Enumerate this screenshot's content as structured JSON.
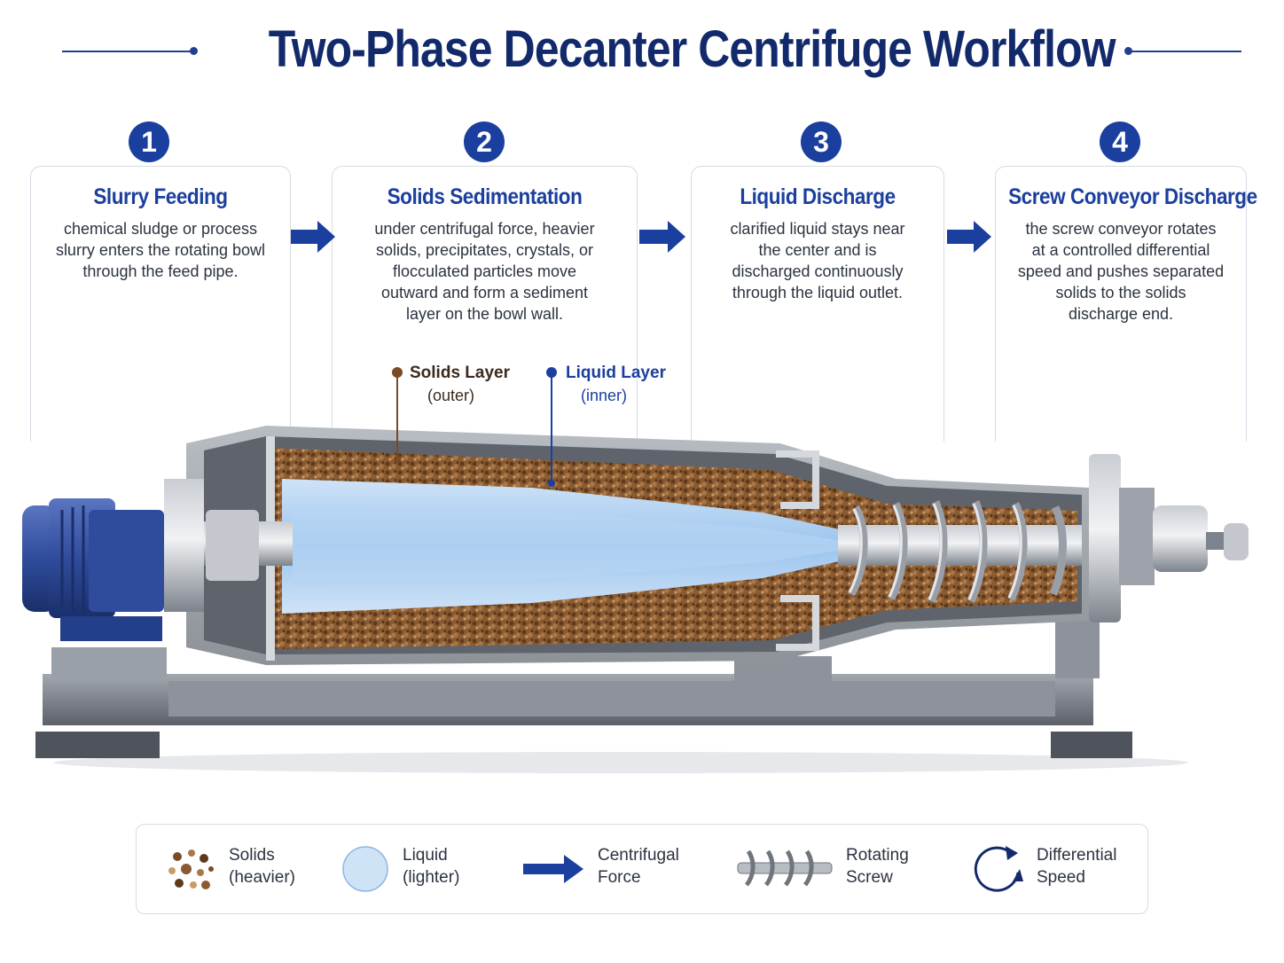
{
  "title": "Two-Phase Decanter Centrifuge Workflow",
  "colors": {
    "accent": "#1b3f9e",
    "title": "#122a6b",
    "solids": "#7a4a24",
    "liquid": "#a9cdf2",
    "steel": "#8a9099"
  },
  "steps": [
    {
      "number": "1",
      "title": "Slurry Feeding",
      "lines": [
        "chemical sludge or process",
        "slurry enters the rotating bowl",
        "through the feed pipe."
      ]
    },
    {
      "number": "2",
      "title": "Solids Sedimentation",
      "lines": [
        "under centrifugal force, heavier",
        "solids, precipitates, crystals, or",
        "flocculated particles move",
        "outward and form a sediment",
        "layer on the bowl wall."
      ]
    },
    {
      "number": "3",
      "title": "Liquid Discharge",
      "lines": [
        "clarified liquid stays near",
        "the center and is",
        "discharged continuously",
        "through the liquid outlet."
      ]
    },
    {
      "number": "4",
      "title": "Screw Conveyor Discharge",
      "lines": [
        "the screw conveyor rotates",
        "at a controlled differential",
        "speed and pushes separated",
        "solids to the solids",
        "discharge end."
      ]
    }
  ],
  "callouts": {
    "solids": {
      "title": "Solids Layer",
      "sub": "(outer)"
    },
    "liquid": {
      "title": "Liquid Layer",
      "sub": "(inner)"
    }
  },
  "legend": [
    {
      "icon": "solids-particles-icon",
      "line1": "Solids",
      "line2": "(heavier)"
    },
    {
      "icon": "liquid-drop-icon",
      "line1": "Liquid",
      "line2": "(lighter)"
    },
    {
      "icon": "centrifugal-force-arrow-icon",
      "line1": "Centrifugal",
      "line2": "Force"
    },
    {
      "icon": "rotating-screw-icon",
      "line1": "Rotating",
      "line2": "Screw"
    },
    {
      "icon": "differential-speed-icon",
      "line1": "Differential",
      "line2": "Speed"
    }
  ]
}
